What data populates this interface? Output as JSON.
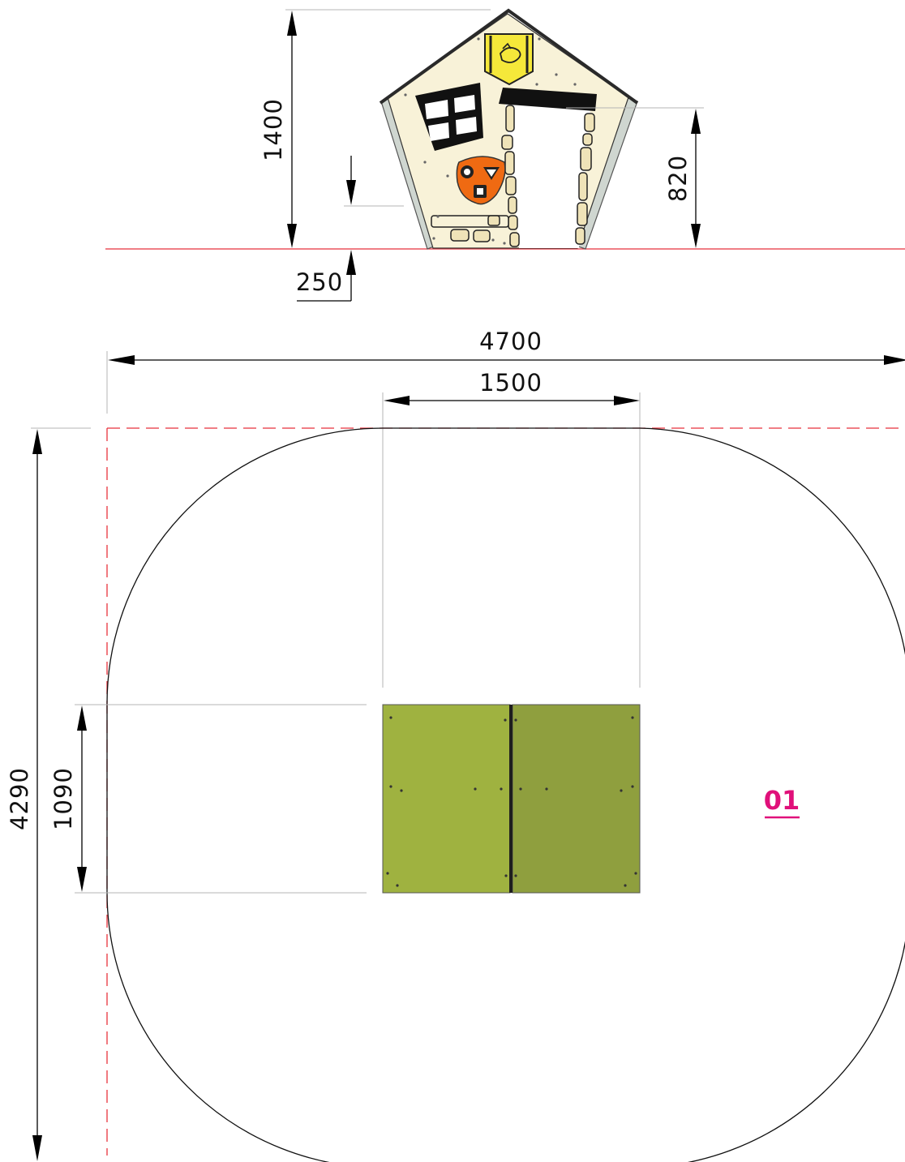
{
  "elevation": {
    "total_height": "1400",
    "entry_height": "820",
    "step_height": "250"
  },
  "plan": {
    "overall_width": "4700",
    "equipment_width": "1500",
    "overall_depth": "4290",
    "equipment_depth": "1090",
    "zone_label": "01"
  },
  "colors": {
    "wall_cream": "#f8f2d8",
    "roof_dark": "#2a2a2a",
    "side_panel": "#cfd6d0",
    "stone": "#efe3b8",
    "shield_yellow": "#f5e83a",
    "orange_panel": "#ef6a12",
    "green_left": "#9fb240",
    "green_right": "#8f9f3e",
    "safety_zone_red": "#e8323c",
    "label_magenta": "#e0107a"
  }
}
